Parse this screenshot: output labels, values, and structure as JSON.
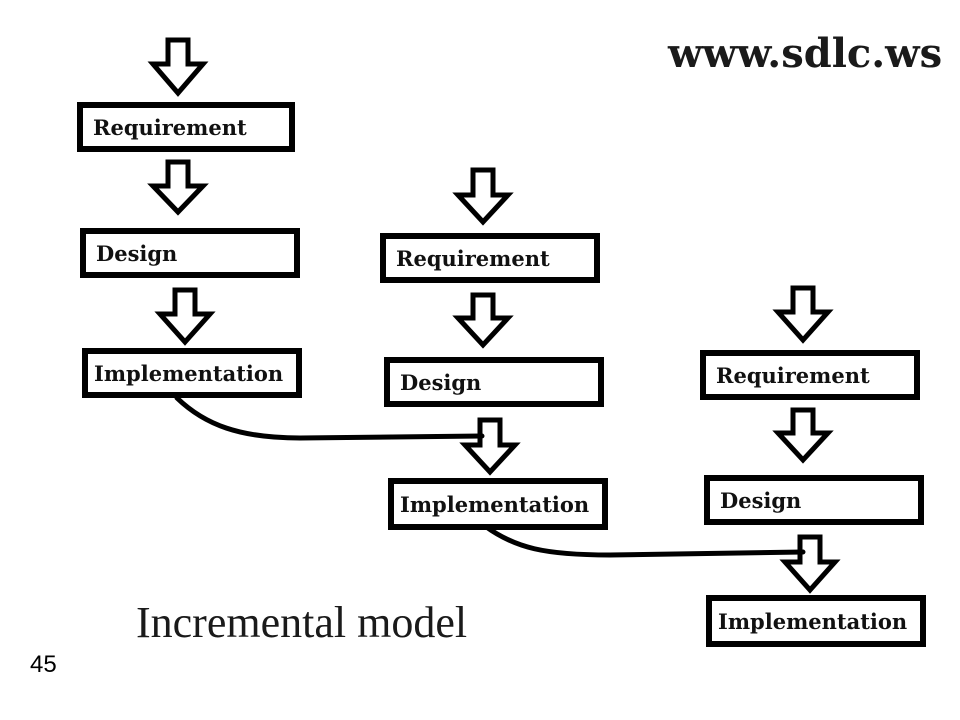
{
  "site_url": "www.sdlc.ws",
  "title": "Incremental model",
  "slide_number": "45",
  "increments": [
    {
      "requirement": "Requirement",
      "design": "Design",
      "implementation": "Implementation"
    },
    {
      "requirement": "Requirement",
      "design": "Design",
      "implementation": "Implementation"
    },
    {
      "requirement": "Requirement",
      "design": "Design",
      "implementation": "Implementation"
    }
  ],
  "colors": {
    "stroke": "#000000",
    "background": "#ffffff"
  },
  "icons": [
    "down-arrow-icon",
    "connector-curve"
  ]
}
